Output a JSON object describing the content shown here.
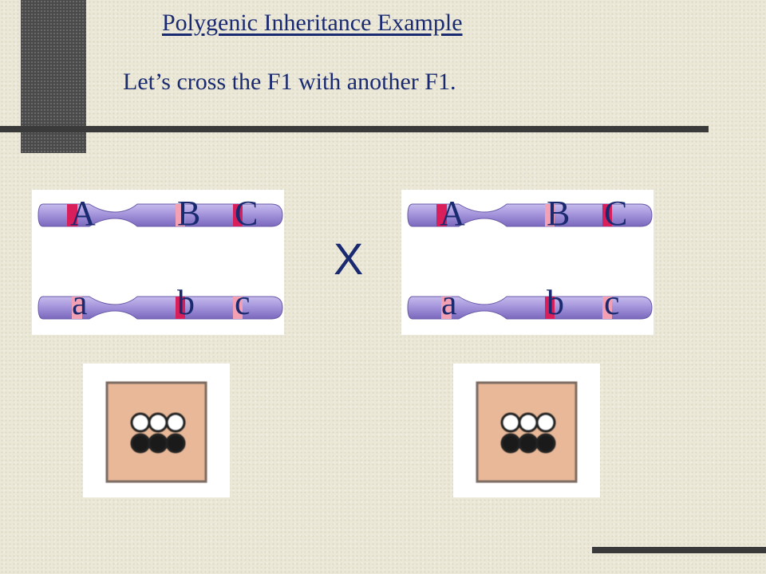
{
  "slide": {
    "title": "Polygenic Inheritance Example",
    "subtitle": "Let’s cross the F1 with another F1.",
    "cross_symbol": "X"
  },
  "parents": [
    {
      "name": "F1",
      "top_alleles": [
        "A",
        "B",
        "C"
      ],
      "bottom_alleles": [
        "a",
        "b",
        "c"
      ]
    },
    {
      "name": "F1",
      "top_alleles": [
        "A",
        "B",
        "C"
      ],
      "bottom_alleles": [
        "a",
        "b",
        "c"
      ]
    }
  ],
  "colors": {
    "text": "#1a2a70",
    "chromosome": "#a89ad8",
    "dominant_band": "#d81e5b",
    "recessive_band": "#f4a0b4",
    "genotype_box": "#e8b898",
    "dark_bar": "#3a3a3a"
  },
  "icons": {
    "chromosome": "chromosome-icon",
    "genotype": "allele-dots-icon"
  }
}
